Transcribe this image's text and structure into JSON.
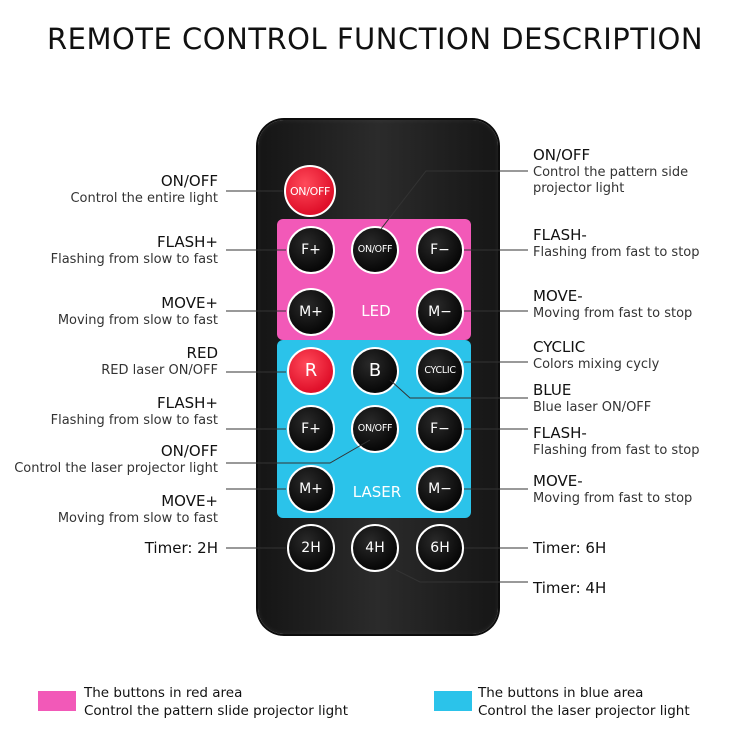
{
  "title": "REMOTE CONTROL FUNCTION DESCRIPTION",
  "colors": {
    "pink_zone": "#f259b8",
    "blue_zone": "#2bc3ea",
    "remote_body": "#1c1c1c",
    "power_button": "#e0102a"
  },
  "remote": {
    "power_button": "ON/OFF",
    "pink_zone": {
      "label": "LED",
      "buttons": [
        "F+",
        "ON/OFF",
        "F−",
        "M+",
        "M−"
      ]
    },
    "blue_zone": {
      "label": "LASER",
      "buttons": [
        "R",
        "B",
        "CYCLIC",
        "F+",
        "ON/OFF",
        "F−",
        "M+",
        "M−"
      ]
    },
    "timer_buttons": [
      "2H",
      "4H",
      "6H"
    ]
  },
  "labels_left": [
    {
      "heading": "ON/OFF",
      "desc": "Control the entire light"
    },
    {
      "heading": "FLASH+",
      "desc": "Flashing from slow to fast"
    },
    {
      "heading": "MOVE+",
      "desc": "Moving from slow to fast"
    },
    {
      "heading": "RED",
      "desc": "RED laser ON/OFF"
    },
    {
      "heading": "FLASH+",
      "desc": "Flashing from slow to fast"
    },
    {
      "heading": "ON/OFF",
      "desc": "Control the laser projector light"
    },
    {
      "heading": "MOVE+",
      "desc": "Moving from slow to fast"
    },
    {
      "heading": "Timer: 2H",
      "desc": ""
    }
  ],
  "labels_right": [
    {
      "heading": "ON/OFF",
      "desc": "Control the pattern side",
      "desc2": "projector light"
    },
    {
      "heading": "FLASH-",
      "desc": "Flashing from fast to stop"
    },
    {
      "heading": "MOVE-",
      "desc": "Moving from fast to stop"
    },
    {
      "heading": "CYCLIC",
      "desc": "Colors mixing cycly"
    },
    {
      "heading": "BLUE",
      "desc": "Blue laser ON/OFF"
    },
    {
      "heading": "FLASH-",
      "desc": "Flashing from fast to stop"
    },
    {
      "heading": "MOVE-",
      "desc": "Moving from fast to stop"
    },
    {
      "heading": "Timer: 6H",
      "desc": ""
    },
    {
      "heading": "Timer: 4H",
      "desc": ""
    }
  ],
  "legend": [
    {
      "line1": "The buttons in red area",
      "line2": "Control the pattern slide projector light",
      "color": "#f259b8"
    },
    {
      "line1": "The buttons in blue area",
      "line2": "Control the laser projector light",
      "color": "#2bc3ea"
    }
  ]
}
